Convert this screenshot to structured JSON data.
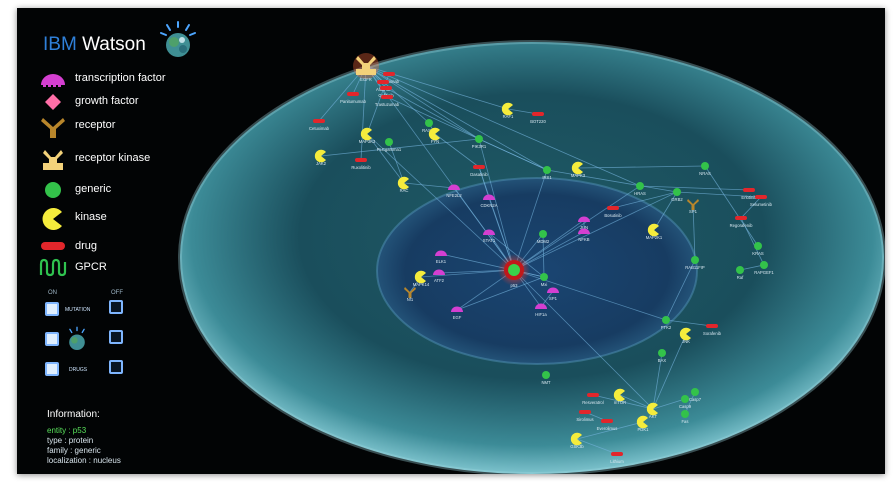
{
  "brand": {
    "ibm": "IBM",
    "watson": "Watson"
  },
  "legend": [
    {
      "label": "transcription factor",
      "icon": "transcription-factor-icon",
      "color": "#d43fd1"
    },
    {
      "label": "growth factor",
      "icon": "growth-factor-icon",
      "color": "#ff6fa8"
    },
    {
      "label": "receptor",
      "icon": "receptor-icon",
      "color": "#b8862b"
    },
    {
      "label": "receptor kinase",
      "icon": "receptor-kinase-icon",
      "color": "#f3d27a"
    },
    {
      "label": "generic",
      "icon": "generic-icon",
      "color": "#33c24a"
    },
    {
      "label": "kinase",
      "icon": "kinase-icon",
      "color": "#f5ec3c"
    },
    {
      "label": "drug",
      "icon": "drug-icon",
      "color": "#e2262b"
    },
    {
      "label": "GPCR",
      "icon": "gpcr-icon",
      "color": "#2fc24f"
    }
  ],
  "toggles": {
    "on_label": "ON",
    "off_label": "OFF",
    "rows": [
      {
        "label": "MUTATION",
        "on": true,
        "off": false
      },
      {
        "label": "",
        "on": true,
        "off": false
      },
      {
        "label": "DRUGS",
        "on": true,
        "off": false
      }
    ]
  },
  "info": {
    "title": "Information:",
    "entity": "entity : p53",
    "type": "type : protein",
    "family": "family : generic",
    "localization": "localization : nucleus"
  },
  "center_node": {
    "label": "p53"
  },
  "nodes": [
    {
      "label": "EGFR",
      "kind": "receptor-kinase"
    },
    {
      "label": "Cetuximab",
      "kind": "drug"
    },
    {
      "label": "Afatinib",
      "kind": "drug"
    },
    {
      "label": "Gefitinib",
      "kind": "drug"
    },
    {
      "label": "Panitumumab",
      "kind": "drug"
    },
    {
      "label": "Trastuzumab",
      "kind": "drug"
    },
    {
      "label": "Cetuximab",
      "kind": "drug"
    },
    {
      "label": "JAK2",
      "kind": "kinase"
    },
    {
      "label": "MAP3K3",
      "kind": "kinase"
    },
    {
      "label": "Ruxolitinib",
      "kind": "drug"
    },
    {
      "label": "RASA1",
      "kind": "generic"
    },
    {
      "label": "PLCgamma1",
      "kind": "generic"
    },
    {
      "label": "FYN",
      "kind": "kinase"
    },
    {
      "label": "PIK3R1",
      "kind": "generic"
    },
    {
      "label": "RAF1",
      "kind": "kinase"
    },
    {
      "label": "BOT220",
      "kind": "drug"
    },
    {
      "label": "RAC",
      "kind": "kinase"
    },
    {
      "label": "Dasatinib",
      "kind": "drug"
    },
    {
      "label": "IRS1",
      "kind": "generic"
    },
    {
      "label": "MAPK3",
      "kind": "kinase"
    },
    {
      "label": "Bosutinib",
      "kind": "drug"
    },
    {
      "label": "HRAS",
      "kind": "generic"
    },
    {
      "label": "GRB2",
      "kind": "generic"
    },
    {
      "label": "SP1",
      "kind": "receptor"
    },
    {
      "label": "NRAS",
      "kind": "generic"
    },
    {
      "label": "Erlotinib",
      "kind": "drug"
    },
    {
      "label": "Selumetinib",
      "kind": "drug"
    },
    {
      "label": "Regorafenib",
      "kind": "drug"
    },
    {
      "label": "KRAS",
      "kind": "generic"
    },
    {
      "label": "NFE2L2",
      "kind": "transcription-factor"
    },
    {
      "label": "CDKN2A",
      "kind": "transcription-factor"
    },
    {
      "label": "STAT1",
      "kind": "transcription-factor"
    },
    {
      "label": "MDM2",
      "kind": "generic"
    },
    {
      "label": "JUN",
      "kind": "transcription-factor"
    },
    {
      "label": "ELK1",
      "kind": "transcription-factor"
    },
    {
      "label": "ATF2",
      "kind": "transcription-factor"
    },
    {
      "label": "MAPK14",
      "kind": "kinase"
    },
    {
      "label": "MAP2K1",
      "kind": "kinase"
    },
    {
      "label": "Mxi",
      "kind": "generic"
    },
    {
      "label": "SP1",
      "kind": "transcription-factor"
    },
    {
      "label": "NFKB",
      "kind": "transcription-factor"
    },
    {
      "label": "HIF1a",
      "kind": "transcription-factor"
    },
    {
      "label": "Nf1",
      "kind": "receptor"
    },
    {
      "label": "EGF",
      "kind": "transcription-factor"
    },
    {
      "label": "Raf",
      "kind": "generic"
    },
    {
      "label": "RAPGEF1",
      "kind": "generic"
    },
    {
      "label": "RAB11FIP",
      "kind": "generic"
    },
    {
      "label": "PTK2",
      "kind": "generic"
    },
    {
      "label": "JNK",
      "kind": "kinase"
    },
    {
      "label": "Sorafenib",
      "kind": "drug"
    },
    {
      "label": "BAX",
      "kind": "generic"
    },
    {
      "label": "NMT",
      "kind": "generic"
    },
    {
      "label": "Resveratrol",
      "kind": "drug"
    },
    {
      "label": "mTOR",
      "kind": "kinase"
    },
    {
      "label": "AKT",
      "kind": "kinase"
    },
    {
      "label": "Casp9",
      "kind": "generic"
    },
    {
      "label": "Casp7",
      "kind": "generic"
    },
    {
      "label": "Fas",
      "kind": "generic"
    },
    {
      "label": "Sirolimus",
      "kind": "drug"
    },
    {
      "label": "Everolimus",
      "kind": "drug"
    },
    {
      "label": "PDK1",
      "kind": "kinase"
    },
    {
      "label": "GSK3b",
      "kind": "kinase"
    },
    {
      "label": "Lithium",
      "kind": "drug"
    }
  ]
}
